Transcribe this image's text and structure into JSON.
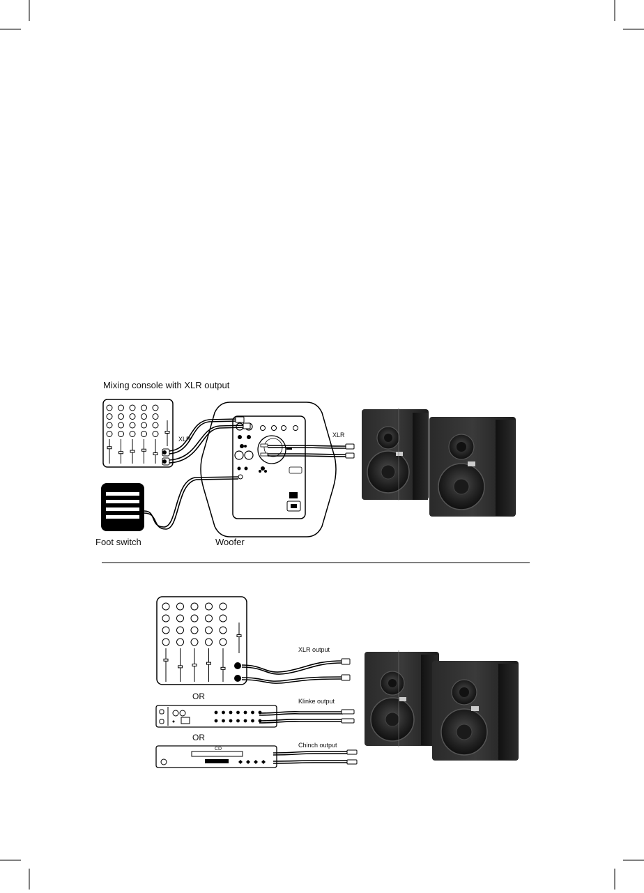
{
  "diagram_top": {
    "title": "Mixing console with XLR output",
    "xlr_left": "XLR",
    "xlr_right": "XLR",
    "foot_switch": "Foot switch",
    "woofer": "Woofer"
  },
  "diagram_bottom": {
    "or_1": "OR",
    "or_2": "OR",
    "xlr_output": "XLR output",
    "klinke_output": "Klinke output",
    "chinch_output": "Chinch output",
    "cd_label": "CD"
  }
}
